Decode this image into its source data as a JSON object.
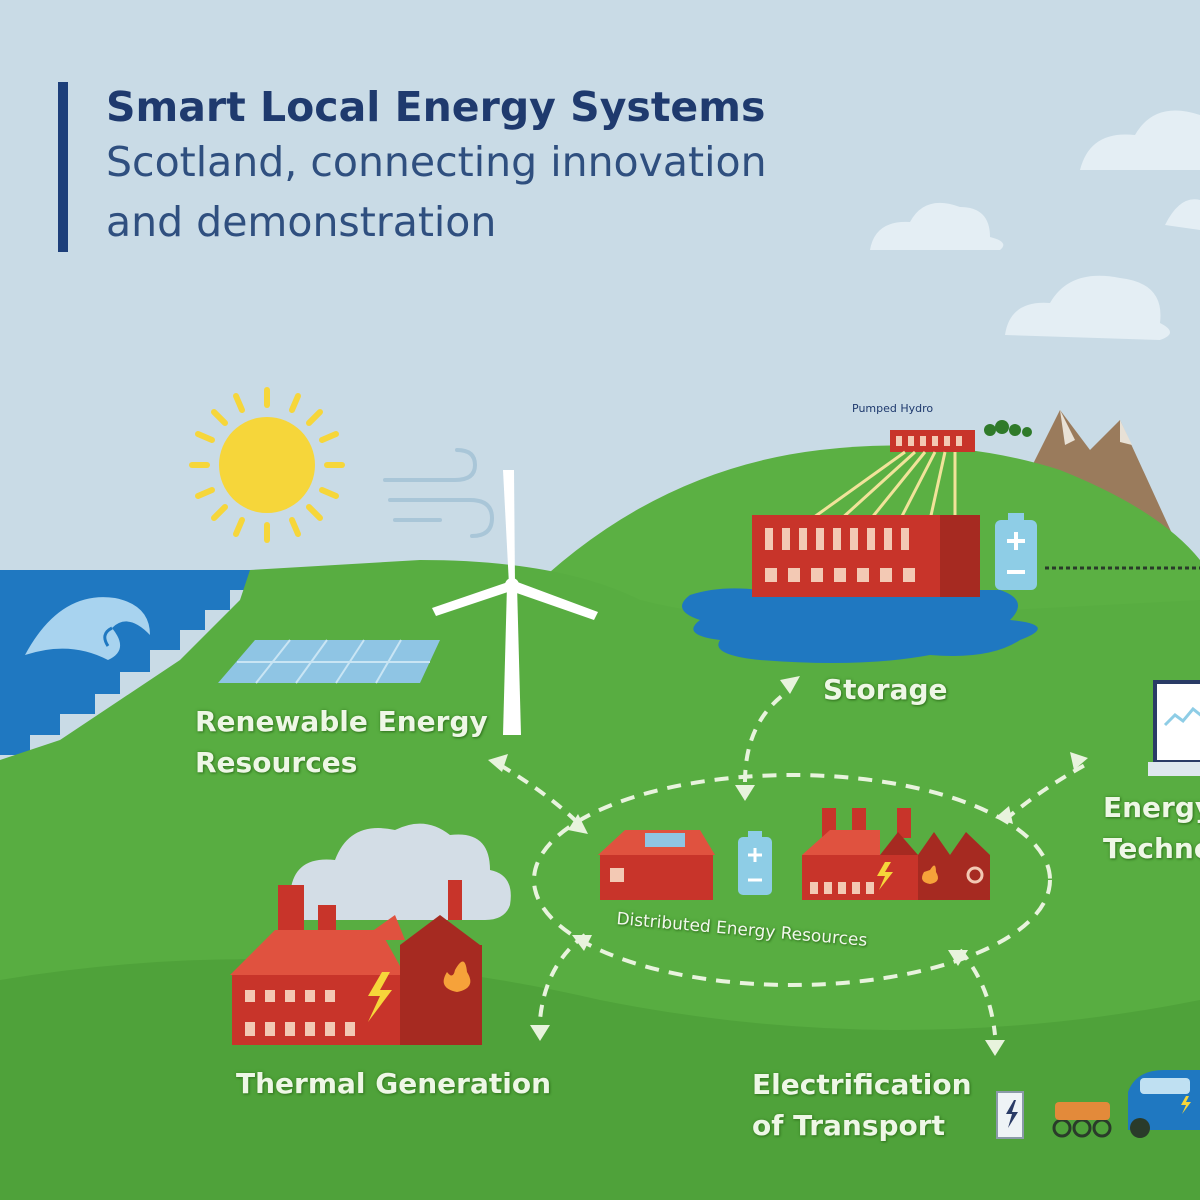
{
  "header": {
    "title": "Smart Local Energy Systems",
    "subtitle": "Scotland, connecting innovation and demonstration"
  },
  "labels": {
    "renewable": "Renewable Energy Resources",
    "storage": "Storage",
    "pumped_hydro": "Pumped Hydro",
    "distributed": "Distributed Energy Resources",
    "thermal": "Thermal Generation",
    "transport": "Electrification of Transport",
    "energy_tech": "Energy Techno"
  },
  "colors": {
    "sky": "#c9dbe6",
    "grass": "#5bb043",
    "grass_dark": "#4fa23a",
    "sea": "#1f78c1",
    "building": "#c8342a",
    "building_roof": "#e0523f",
    "title_bar": "#1d3f7a",
    "title_text": "#1f3a6e",
    "battery": "#8ecde6",
    "sun": "#f6d63a",
    "connector": "#e8f3dd"
  },
  "icons": {
    "sun": "sun-icon",
    "wind": "wind-icon",
    "wave": "wave-icon",
    "turbine": "wind-turbine-icon",
    "solar": "solar-panel-icon",
    "battery": "battery-icon",
    "laptop": "laptop-icon",
    "car": "electric-car-icon",
    "charger": "charging-station-icon"
  }
}
